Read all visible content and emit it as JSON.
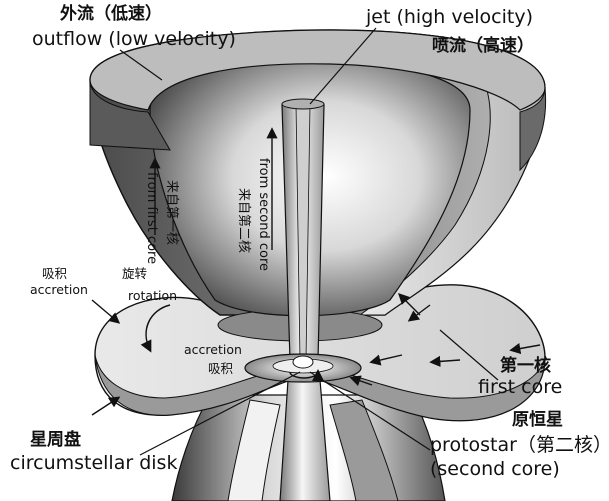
{
  "labels": {
    "outflow_zh": "外流（低速）",
    "outflow_en": "outflow (low velocity)",
    "jet_en": "jet (high velocity)",
    "jet_zh": "喷流（高速）",
    "from_first_zh": "来自第一核",
    "from_first_en": "from first core",
    "from_second_en": "from second core",
    "from_second_zh": "来自第二核",
    "accretion_left_zh": "吸积",
    "accretion_left_en": "accretion",
    "rotation_zh": "旋转",
    "rotation_en": "rotation",
    "accretion_center_en": "accretion",
    "accretion_center_zh": "吸积",
    "first_core_zh": "第一核",
    "first_core_en": "first core",
    "protostar_zh": "原恒星",
    "protostar_en": "protostar（第二核）",
    "second_core_en": "(second core)",
    "disk_zh": "星周盘",
    "disk_en": "circumstellar disk"
  },
  "colors": {
    "stroke": "#111111",
    "shell_dark": "#5a5a5a",
    "shell_light": "#f2f2f2",
    "disk_top": "#e6e6e6",
    "jet_light": "#f4f4f4",
    "jet_dark": "#8a8a8a"
  }
}
